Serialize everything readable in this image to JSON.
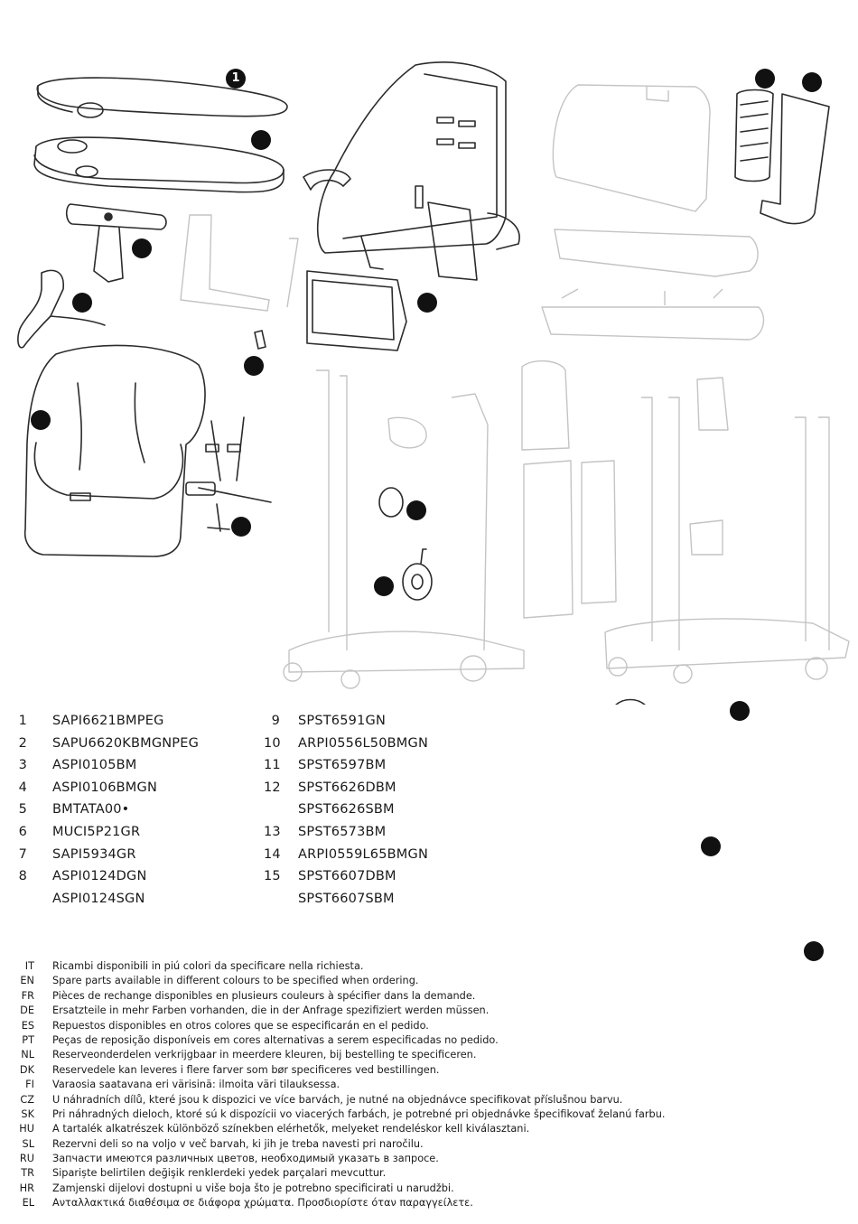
{
  "callouts": [
    {
      "id": "callout-1",
      "label": "1"
    },
    {
      "id": "callout-blank",
      "label": ""
    }
  ],
  "parts_left": [
    {
      "num": "1",
      "code": "SAPI6621BMPEG"
    },
    {
      "num": "2",
      "code": "SAPU6620KBMGNPEG"
    },
    {
      "num": "3",
      "code": "ASPI0105BM"
    },
    {
      "num": "4",
      "code": "ASPI0106BMGN"
    },
    {
      "num": "5",
      "code": "BMTATA00•"
    },
    {
      "num": "6",
      "code": "MUCI5P21GR"
    },
    {
      "num": "7",
      "code": "SAPI5934GR"
    },
    {
      "num": "8",
      "code": "ASPI0124DGN"
    },
    {
      "num": "",
      "code": "ASPI0124SGN"
    }
  ],
  "parts_right": [
    {
      "num": "9",
      "code": "SPST6591GN"
    },
    {
      "num": "10",
      "code": "ARPI0556L50BMGN"
    },
    {
      "num": "11",
      "code": "SPST6597BM"
    },
    {
      "num": "12",
      "code": "SPST6626DBM"
    },
    {
      "num": "",
      "code": "SPST6626SBM"
    },
    {
      "num": "13",
      "code": "SPST6573BM"
    },
    {
      "num": "14",
      "code": "ARPI0559L65BMGN"
    },
    {
      "num": "15",
      "code": "SPST6607DBM"
    },
    {
      "num": "",
      "code": "SPST6607SBM"
    }
  ],
  "notes": [
    {
      "lang": "IT",
      "text": "Ricambi disponibili in piú colori da specificare nella richiesta."
    },
    {
      "lang": "EN",
      "text": "Spare parts available in different colours to be specified when ordering."
    },
    {
      "lang": "FR",
      "text": "Pièces de rechange disponibles en plusieurs couleurs à spécifier dans la demande."
    },
    {
      "lang": "DE",
      "text": "Ersatzteile in mehr Farben vorhanden, die in der Anfrage spezifiziert werden müssen."
    },
    {
      "lang": "ES",
      "text": "Repuestos disponibles en otros colores que se especificarán en el pedido."
    },
    {
      "lang": "PT",
      "text": "Peças de reposição disponíveis em cores alternativas a serem especificadas no pedido."
    },
    {
      "lang": "NL",
      "text": "Reserveonderdelen verkrijgbaar in meerdere kleuren, bij bestelling te specificeren."
    },
    {
      "lang": "DK",
      "text": "Reservedele kan leveres i flere farver som bør specificeres ved bestillingen."
    },
    {
      "lang": "FI",
      "text": "Varaosia saatavana eri värisinä: ilmoita väri tilauksessa."
    },
    {
      "lang": "CZ",
      "text": "U náhradních dílů, které jsou k dispozici ve více barvách, je nutné na objednávce specifikovat příslušnou barvu."
    },
    {
      "lang": "SK",
      "text": "Pri náhradných dieloch, ktoré sú k dispozícii vo viacerých farbách, je potrebné pri objednávke špecifikovať želanú farbu."
    },
    {
      "lang": "HU",
      "text": "A tartalék alkatrészek különböző színekben elérhetők, melyeket rendeléskor kell kiválasztani."
    },
    {
      "lang": "SL",
      "text": "Rezervni deli so na voljo v več barvah, ki jih je treba navesti pri naročilu."
    },
    {
      "lang": "RU",
      "text": "Запчасти имеются различных цветов, необходимый указать в запросе."
    },
    {
      "lang": "TR",
      "text": "Sipariște belirtilen değişik renklerdeki yedek parçalari mevcuttur."
    },
    {
      "lang": "HR",
      "text": "Zamjenski dijelovi dostupni u više boja što je potrebno specificirati u narudžbi."
    },
    {
      "lang": "EL",
      "text": "Ανταλλακτικά διαθέσιμα σε διάφορα χρώματα. Προσδιορίστε όταν παραγγείλετε."
    }
  ],
  "colors": {
    "ink": "#1a1a1a",
    "faint": "#c4c4c4",
    "badge": "#111111"
  }
}
